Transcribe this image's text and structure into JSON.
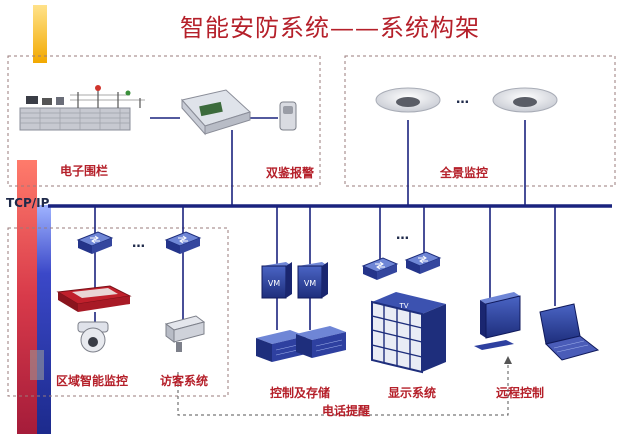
{
  "title": "智能安防系统——系统构架",
  "bus_label": "TCP/IP",
  "sections": {
    "fence": "电子围栏",
    "alarm": "双鉴报警",
    "panorama": "全景监控",
    "zone": "区域智能监控",
    "visitor": "访客系统",
    "control": "控制及存储",
    "display": "显示系统",
    "remote": "远程控制",
    "phone": "电话提醒"
  },
  "ellipsis": "…",
  "vm_label": "VM",
  "tv_label": "TV",
  "colors": {
    "title": "#b5202a",
    "label": "#b5202a",
    "bus": "#1a237e",
    "network_device": "#2b3f8f",
    "dashed_border": "#9a7b7b"
  },
  "icons": [
    "fence-device-icon",
    "alarm-panel-icon",
    "detector-icon",
    "ceiling-camera-icon",
    "switch-icon",
    "nvr-device-icon",
    "dome-camera-icon",
    "box-camera-icon",
    "vm-server-icon",
    "storage-icon",
    "video-wall-icon",
    "monitor-icon",
    "laptop-icon"
  ]
}
